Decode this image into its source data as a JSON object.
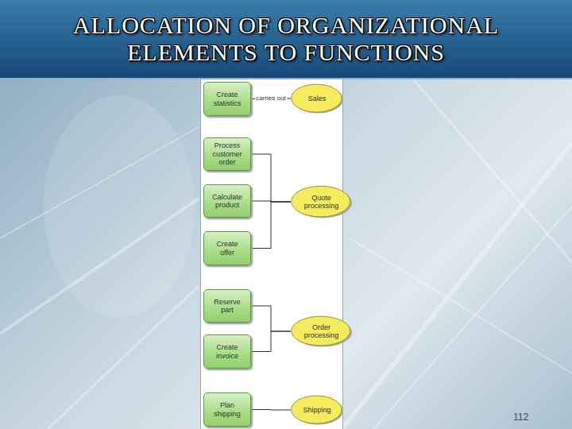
{
  "diagram": {
    "title": "ALLOCATION OF ORGANIZATIONAL ELEMENTS TO FUNCTIONS",
    "nodes": [
      {
        "text": [
          "Create statistics"
        ]
      },
      {
        "text": [
          "Sales"
        ]
      },
      {
        "text": [
          "Process customer order"
        ]
      },
      {
        "text": [
          "Calculate product"
        ]
      },
      {
        "text": [
          "Quote processing"
        ]
      },
      {
        "text": [
          "Create offer"
        ]
      },
      {
        "text": [
          "Reserve part"
        ]
      },
      {
        "text": [
          "Order processing"
        ]
      },
      {
        "text": [
          "Create invoice"
        ]
      },
      {
        "text": [
          "Plan shipping"
        ]
      },
      {
        "text": [
          "Shipping"
        ]
      }
    ],
    "edges": [
      {
        "from": 0,
        "to": 1,
        "arrow": "none",
        "label": "carries out"
      },
      {
        "from": 2,
        "to": 4,
        "arrow": "none"
      },
      {
        "from": 3,
        "to": 4,
        "arrow": "none"
      },
      {
        "from": 5,
        "to": 4,
        "arrow": "none"
      },
      {
        "from": 6,
        "to": 7,
        "arrow": "none"
      },
      {
        "from": 8,
        "to": 7,
        "arrow": "none"
      },
      {
        "from": 9,
        "to": 10,
        "arrow": "none"
      }
    ],
    "labels": [
      "112"
    ]
  }
}
